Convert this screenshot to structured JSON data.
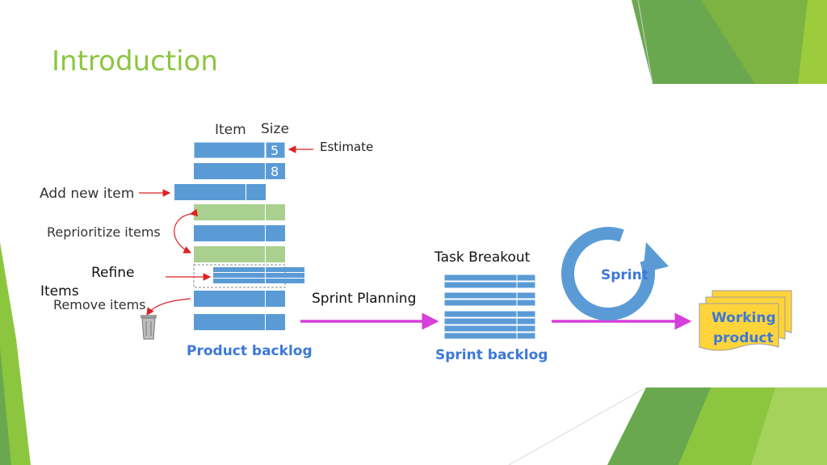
{
  "title": "Introduction",
  "backlog": {
    "col_item": "Item",
    "col_size": "Size",
    "sizes": [
      "5",
      "8"
    ],
    "estimate_label": "Estimate",
    "add_label": "Add new item",
    "reprioritize_label": "Reprioritize items",
    "refine_label": "Refine",
    "items_label": "Items",
    "remove_label": "Remove items",
    "caption": "Product backlog"
  },
  "sprint_planning_label": "Sprint Planning",
  "task_breakout_label": "Task Breakout",
  "sprint_backlog_caption": "Sprint backlog",
  "sprint_label": "Sprint",
  "working_product_line1": "Working",
  "working_product_line2": "product",
  "colors": {
    "accent_green": "#8cc63f",
    "backlog_blue": "#5b9bd5",
    "reprioritized_green": "#a9d08e",
    "arrow_magenta": "#d63fd9",
    "arrow_red": "#e02020",
    "caption_blue": "#3c78d8",
    "product_yellow": "#ffd43b"
  }
}
